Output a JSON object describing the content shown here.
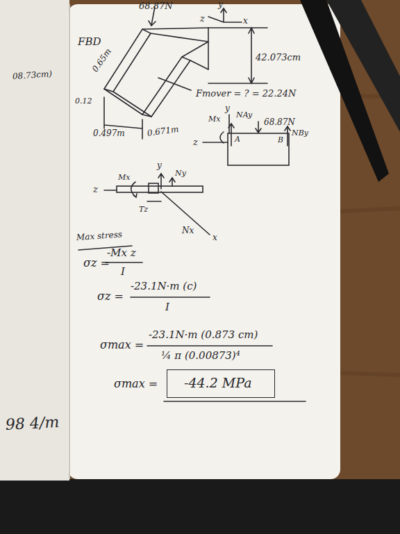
{
  "diagram": {
    "nodes": [
      {
        "text": [
          "-44.2 MPa"
        ]
      }
    ],
    "labels": [
      "08.73cm)",
      "98 4/m",
      "FBD",
      "68.87N",
      "0.65m",
      "0.12",
      "0.497m",
      "0.671m",
      "y",
      "z",
      "x",
      "42.073cm",
      "Fmover = ? = 22.24N",
      "y",
      "Mx",
      "NAy",
      "z",
      "A",
      "68.87N",
      "NBy",
      "B",
      "y",
      "Mx",
      "Ny",
      "z",
      "Tz",
      "Nx",
      "x",
      "Max stress",
      "σz =",
      "-Mx z",
      "I",
      "σz =",
      "-23.1N·m (c)",
      "I",
      "σmax =",
      "-23.1N·m (0.873 cm)",
      "¼ π (0.00873)⁴",
      "σmax ="
    ]
  }
}
